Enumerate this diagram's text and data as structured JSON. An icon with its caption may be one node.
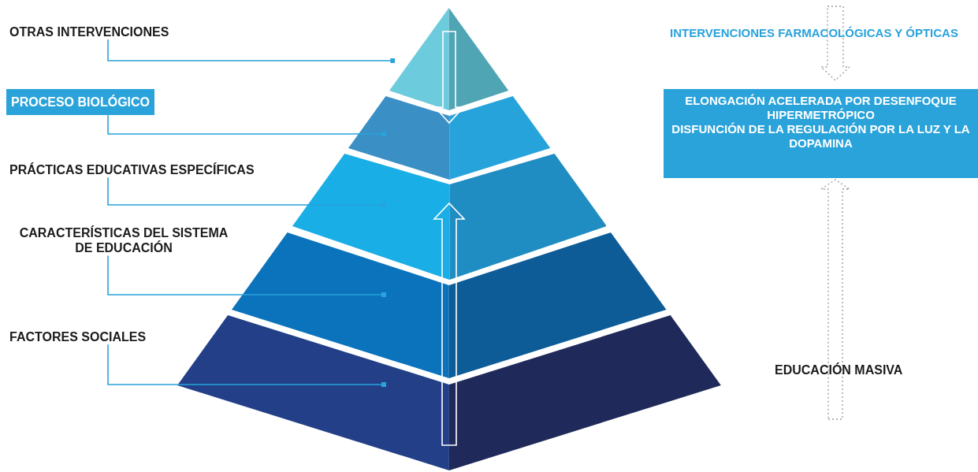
{
  "diagram": {
    "nodes": [
      {
        "text": [
          "OTRAS INTERVENCIONES"
        ]
      },
      {
        "text": [
          "PROCESO BIOLÓGICO"
        ]
      },
      {
        "text": [
          "PRÁCTICAS EDUCATIVAS ESPECÍFICAS"
        ]
      },
      {
        "text": [
          "CARACTERÍSTICAS DEL SISTEMA DE EDUCACIÓN"
        ]
      },
      {
        "text": [
          "FACTORES SOCIALES"
        ]
      },
      {
        "text": [],
        "shape": "triangle"
      },
      {
        "text": [],
        "shape": "trapezoid"
      },
      {
        "text": [],
        "shape": "trapezoid"
      },
      {
        "text": [],
        "shape": "trapezoid"
      },
      {
        "text": [],
        "shape": "trapezoid"
      },
      {
        "text": [
          "INTERVENCIONES FARMACOLÓGICAS Y ÓPTICAS"
        ]
      },
      {
        "text": [
          "ELONGACIÓN ACELERADA POR DESENFOQUE HIPERMETRÓPICO",
          "DISFUNCIÓN DE LA REGULACIÓN POR LA LUZ Y LA DOPAMINA"
        ]
      },
      {
        "text": [
          "EDUCACIÓN MASIVA"
        ]
      }
    ],
    "edges": [
      {
        "from": 0,
        "to": 5,
        "arrow": "other"
      },
      {
        "from": 1,
        "to": 6,
        "arrow": "other"
      },
      {
        "from": 2,
        "to": 7,
        "arrow": "other"
      },
      {
        "from": 3,
        "to": 8,
        "arrow": "other"
      },
      {
        "from": 4,
        "to": 9,
        "arrow": "other"
      },
      {
        "from": 5,
        "to": 6,
        "arrow": "to",
        "style": "thick",
        "color": "#ffffff"
      },
      {
        "from": 9,
        "to": 7,
        "arrow": "to",
        "style": "thick",
        "color": "#ffffff"
      },
      {
        "from": 10,
        "to": 11,
        "arrow": "to",
        "style": "dashed",
        "color": "#9a9a9a"
      },
      {
        "from": 12,
        "to": 11,
        "arrow": "to",
        "style": "dashed",
        "color": "#9a9a9a"
      }
    ]
  }
}
